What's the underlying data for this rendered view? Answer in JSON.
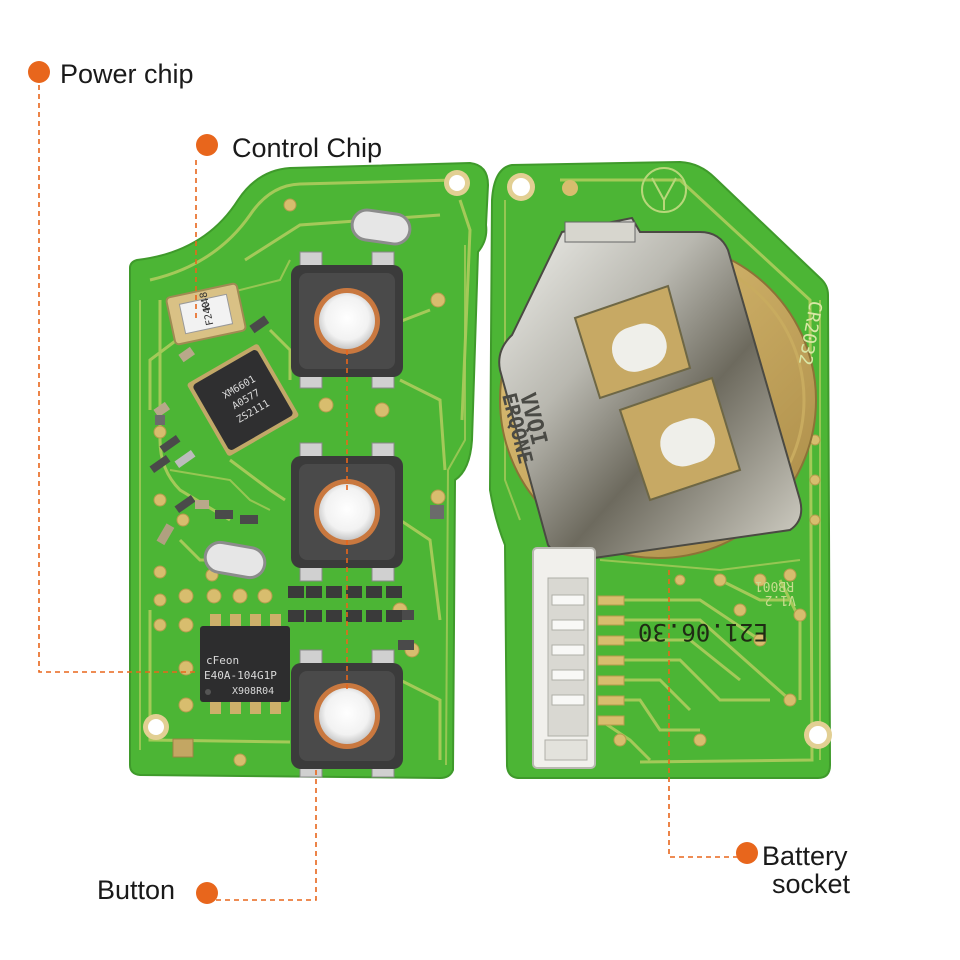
{
  "callouts": {
    "power_chip": "Power chip",
    "control_chip": "Control Chip",
    "button": "Button",
    "battery_line1": "Battery",
    "battery_line2": "socket"
  },
  "left_board": {
    "control_chip_marking": [
      "XM6601",
      "A0577",
      "ZS2111"
    ],
    "power_chip_marking": [
      "cFeon",
      "E40A-104G1P",
      "X908R04"
    ],
    "crystal_marking": [
      "F240",
      "K48"
    ]
  },
  "right_board": {
    "battery_type": "CR2032",
    "clip_marking": [
      "VVQI",
      "ERQONE"
    ],
    "date_code": "E21.06.30",
    "board_code": [
      "RB001",
      "V1.2"
    ]
  },
  "colors": {
    "accent_orange": "#e8661c",
    "pcb_green": "#4cb535",
    "pcb_trace": "#a9cb5b",
    "gold_pad": "#c9ad68",
    "text": "#1a1a1a"
  }
}
